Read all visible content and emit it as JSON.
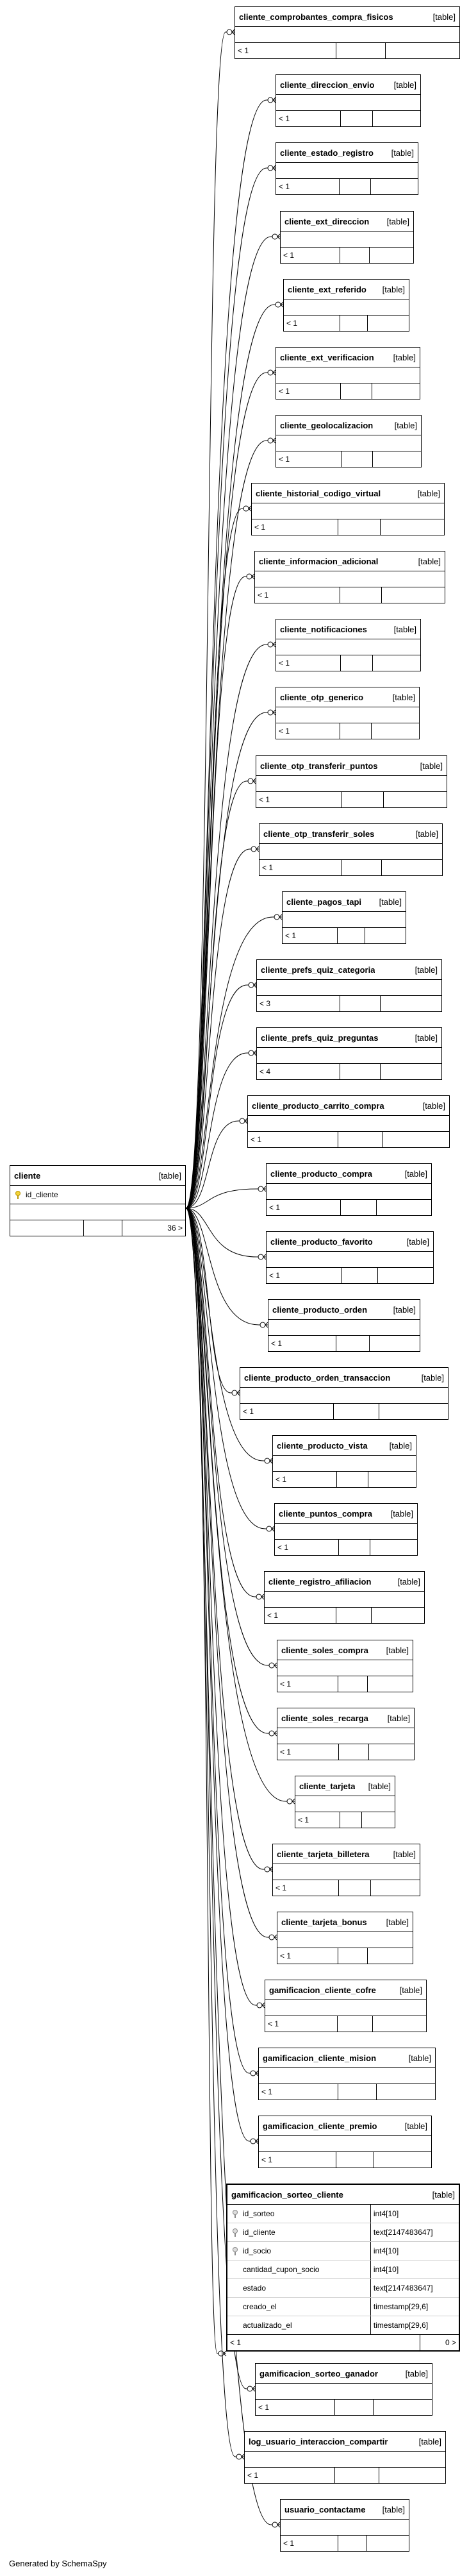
{
  "main_table": {
    "name": "cliente",
    "kind": "[table]",
    "column": "id_cliente",
    "footer_left": "",
    "footer_right": "36 >"
  },
  "tables": [
    {
      "name": "cliente_comprobantes_compra_fisicos",
      "kind": "[table]",
      "footer": "< 1"
    },
    {
      "name": "cliente_direccion_envio",
      "kind": "[table]",
      "footer": "< 1"
    },
    {
      "name": "cliente_estado_registro",
      "kind": "[table]",
      "footer": "< 1"
    },
    {
      "name": "cliente_ext_direccion",
      "kind": "[table]",
      "footer": "< 1"
    },
    {
      "name": "cliente_ext_referido",
      "kind": "[table]",
      "footer": "< 1"
    },
    {
      "name": "cliente_ext_verificacion",
      "kind": "[table]",
      "footer": "< 1"
    },
    {
      "name": "cliente_geolocalizacion",
      "kind": "[table]",
      "footer": "< 1"
    },
    {
      "name": "cliente_historial_codigo_virtual",
      "kind": "[table]",
      "footer": "< 1"
    },
    {
      "name": "cliente_informacion_adicional",
      "kind": "[table]",
      "footer": "< 1"
    },
    {
      "name": "cliente_notificaciones",
      "kind": "[table]",
      "footer": "< 1"
    },
    {
      "name": "cliente_otp_generico",
      "kind": "[table]",
      "footer": "< 1"
    },
    {
      "name": "cliente_otp_transferir_puntos",
      "kind": "[table]",
      "footer": "< 1"
    },
    {
      "name": "cliente_otp_transferir_soles",
      "kind": "[table]",
      "footer": "< 1"
    },
    {
      "name": "cliente_pagos_tapi",
      "kind": "[table]",
      "footer": "< 1"
    },
    {
      "name": "cliente_prefs_quiz_categoria",
      "kind": "[table]",
      "footer": "< 3"
    },
    {
      "name": "cliente_prefs_quiz_preguntas",
      "kind": "[table]",
      "footer": "< 4"
    },
    {
      "name": "cliente_producto_carrito_compra",
      "kind": "[table]",
      "footer": "< 1"
    },
    {
      "name": "cliente_producto_compra",
      "kind": "[table]",
      "footer": "< 1"
    },
    {
      "name": "cliente_producto_favorito",
      "kind": "[table]",
      "footer": "< 1"
    },
    {
      "name": "cliente_producto_orden",
      "kind": "[table]",
      "footer": "< 1"
    },
    {
      "name": "cliente_producto_orden_transaccion",
      "kind": "[table]",
      "footer": "< 1"
    },
    {
      "name": "cliente_producto_vista",
      "kind": "[table]",
      "footer": "< 1"
    },
    {
      "name": "cliente_puntos_compra",
      "kind": "[table]",
      "footer": "< 1"
    },
    {
      "name": "cliente_registro_afiliacion",
      "kind": "[table]",
      "footer": "< 1"
    },
    {
      "name": "cliente_soles_compra",
      "kind": "[table]",
      "footer": "< 1"
    },
    {
      "name": "cliente_soles_recarga",
      "kind": "[table]",
      "footer": "< 1"
    },
    {
      "name": "cliente_tarjeta",
      "kind": "[table]",
      "footer": "< 1"
    },
    {
      "name": "cliente_tarjeta_billetera",
      "kind": "[table]",
      "footer": "< 1"
    },
    {
      "name": "cliente_tarjeta_bonus",
      "kind": "[table]",
      "footer": "< 1"
    },
    {
      "name": "gamificacion_cliente_cofre",
      "kind": "[table]",
      "footer": "< 1"
    },
    {
      "name": "gamificacion_cliente_mision",
      "kind": "[table]",
      "footer": "< 1"
    },
    {
      "name": "gamificacion_cliente_premio",
      "kind": "[table]",
      "footer": "< 1"
    },
    {
      "name": "gamificacion_sorteo_cliente",
      "kind": "[table]",
      "footer": "< 1",
      "footer_right": "0 >",
      "columns": [
        {
          "name": "id_sorteo",
          "type": "int4[10]",
          "key": "fk"
        },
        {
          "name": "id_cliente",
          "type": "text[2147483647]",
          "key": "fk"
        },
        {
          "name": "id_socio",
          "type": "int4[10]",
          "key": "fk"
        },
        {
          "name": "cantidad_cupon_socio",
          "type": "int4[10]",
          "key": ""
        },
        {
          "name": "estado",
          "type": "text[2147483647]",
          "key": ""
        },
        {
          "name": "creado_el",
          "type": "timestamp[29,6]",
          "key": ""
        },
        {
          "name": "actualizado_el",
          "type": "timestamp[29,6]",
          "key": ""
        }
      ]
    },
    {
      "name": "gamificacion_sorteo_ganador",
      "kind": "[table]",
      "footer": "< 1"
    },
    {
      "name": "log_usuario_interaccion_compartir",
      "kind": "[table]",
      "footer": "< 1"
    },
    {
      "name": "usuario_contactame",
      "kind": "[table]",
      "footer": "< 1"
    }
  ],
  "footer": "Generated by SchemaSpy"
}
